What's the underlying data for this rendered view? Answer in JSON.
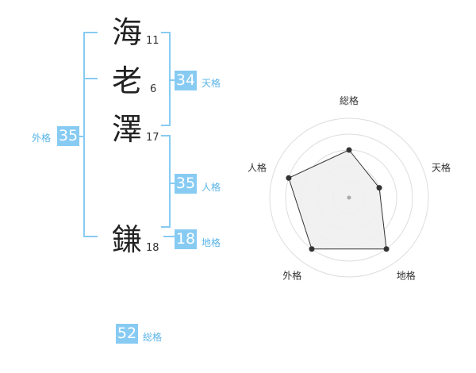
{
  "name": {
    "chars": [
      {
        "char": "海",
        "strokes": "11"
      },
      {
        "char": "老",
        "strokes": "6"
      },
      {
        "char": "澤",
        "strokes": "17"
      },
      {
        "char": "鎌",
        "strokes": "18"
      }
    ]
  },
  "kaku": {
    "tenkaku": {
      "value": "34",
      "label": "天格"
    },
    "jinkaku": {
      "value": "35",
      "label": "人格"
    },
    "chikaku": {
      "value": "18",
      "label": "地格"
    },
    "gaikaku": {
      "value": "35",
      "label": "外格"
    },
    "soukaku": {
      "value": "52",
      "label": "総格"
    }
  },
  "chart_data": {
    "type": "radar",
    "axes": [
      "総格",
      "天格",
      "地格",
      "外格",
      "人格"
    ],
    "values": [
      3,
      2,
      4,
      4,
      4
    ],
    "max": 5,
    "rings": 5,
    "colors": {
      "fill": "#efefef",
      "stroke": "#333333",
      "ring": "#dddddd",
      "point": "#333333",
      "center": "#aaaaaa"
    }
  }
}
